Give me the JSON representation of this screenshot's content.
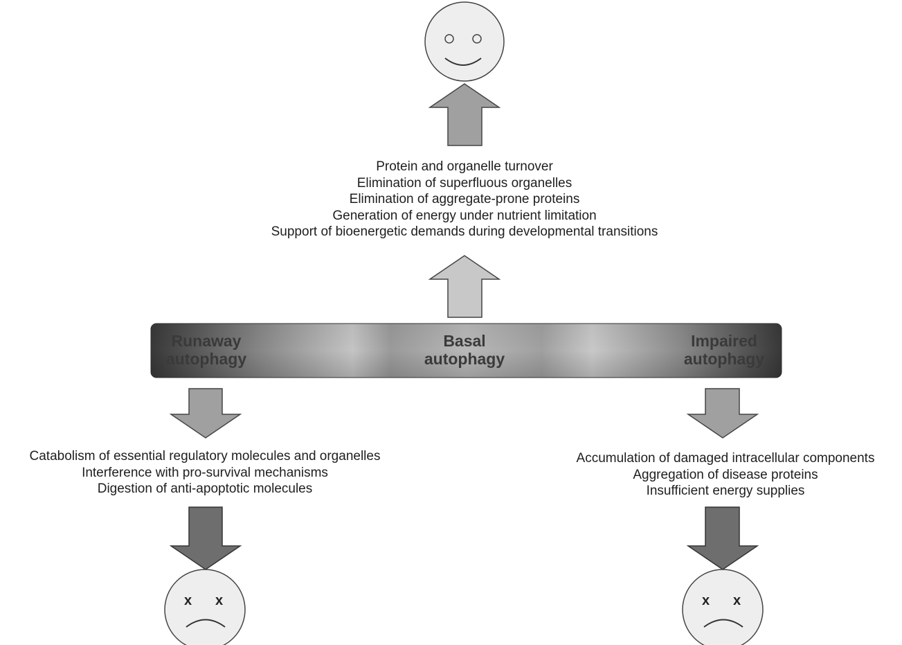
{
  "top_effects": [
    "Protein and organelle turnover",
    "Elimination of superfluous organelles",
    "Elimination of aggregate-prone proteins",
    "Generation of energy under nutrient limitation",
    "Support of bioenergetic demands during developmental transitions"
  ],
  "bar": {
    "left": {
      "line1": "Runaway",
      "line2": "autophagy"
    },
    "center": {
      "line1": "Basal",
      "line2": "autophagy"
    },
    "right": {
      "line1": "Impaired",
      "line2": "autophagy"
    }
  },
  "left_effects": [
    "Catabolism of essential regulatory molecules and organelles",
    "Interference with pro-survival mechanisms",
    "Digestion of anti-apoptotic molecules"
  ],
  "right_effects": [
    "Accumulation of damaged intracellular components",
    "Aggregation of disease proteins",
    "Insufficient energy supplies"
  ],
  "faces": {
    "happy_eye": "o",
    "sad_eye": "x"
  },
  "colors": {
    "arrow_light": "#c8c8c8",
    "arrow_mid": "#a0a0a0",
    "arrow_dark": "#6e6e6e",
    "face_fill": "#eeeeee",
    "bar_dark": "#3c3c3c",
    "bar_light": "#c8c8c8"
  }
}
